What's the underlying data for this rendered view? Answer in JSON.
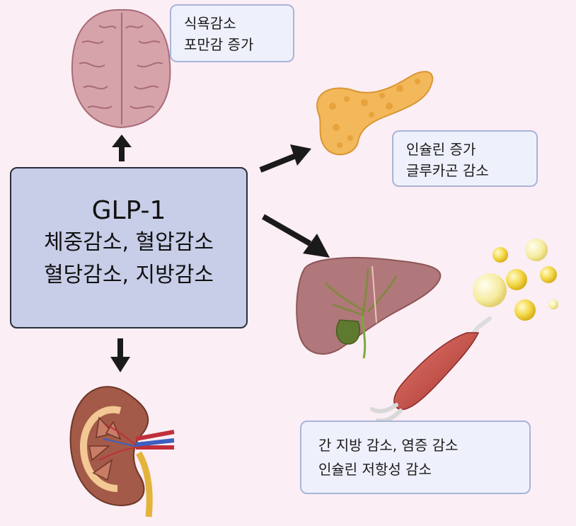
{
  "main": {
    "title": "GLP-1",
    "lines": [
      "체중감소, 혈압감소",
      "혈당감소, 지방감소"
    ]
  },
  "brain_box": {
    "lines": [
      "식욕감소",
      "포만감 증가"
    ]
  },
  "pancreas_box": {
    "lines": [
      "인슐린 증가",
      "글루카곤 감소"
    ]
  },
  "liver_box": {
    "lines": [
      "간 지방 감소, 염증 감소",
      "인슐린 저항성 감소"
    ]
  },
  "colors": {
    "background": "#fbeef5",
    "main_box_fill": "#c8cde8",
    "label_box_fill": "#eef1fb",
    "label_box_border": "#a9b4d8",
    "arrow": "#1a1a1a"
  },
  "icons": [
    "brain-icon",
    "pancreas-icon",
    "liver-icon",
    "kidney-icon",
    "muscle-icon",
    "fat-droplets-icon"
  ]
}
